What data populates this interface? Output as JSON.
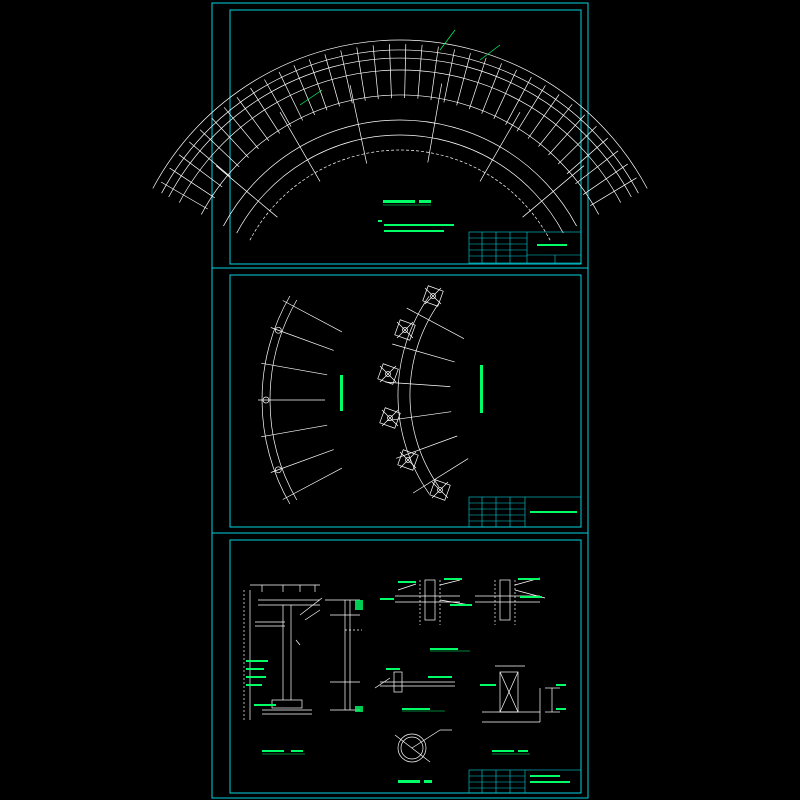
{
  "colors": {
    "background": "#000000",
    "frame": "#00d4e0",
    "linework": "#ffffff",
    "label": "#00ff66",
    "dimension": "#ffffff"
  },
  "sheets": [
    {
      "id": "sheet-1",
      "content": "arc-pergola-plan",
      "has_title_block": true
    },
    {
      "id": "sheet-2",
      "content": "arc-foundation-and-column-layout",
      "has_title_block": true
    },
    {
      "id": "sheet-3",
      "content": "section-and-node-details",
      "has_title_block": true
    }
  ]
}
